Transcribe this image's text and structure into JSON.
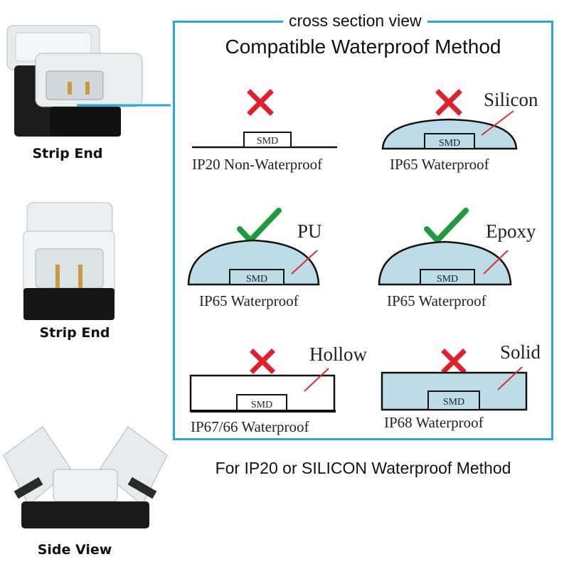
{
  "frame_title": "cross section view",
  "heading": "Compatible Waterproof Method",
  "side_labels": [
    "Strip End",
    "Strip End",
    "Side View"
  ],
  "chip_label": "SMD",
  "panels": [
    {
      "caption": "IP20 Non-Waterproof",
      "material": "",
      "status": "incompatible"
    },
    {
      "caption": "IP65 Waterproof",
      "material": "Silicon",
      "status": "incompatible"
    },
    {
      "caption": "IP65 Waterproof",
      "material": "PU",
      "status": "compatible"
    },
    {
      "caption": "IP65 Waterproof",
      "material": "Epoxy",
      "status": "compatible"
    },
    {
      "caption": "IP67/66 Waterproof",
      "material": "Hollow",
      "status": "incompatible"
    },
    {
      "caption": "IP68 Waterproof",
      "material": "Solid",
      "status": "incompatible"
    }
  ],
  "bottom_text": "For IP20 or SILICON Waterproof Method",
  "colors": {
    "frame": "#2aa7d8",
    "cross": "#e0202a",
    "check": "#1f9a3c",
    "fill": "#bcdce8",
    "pointer": "#d9302c"
  }
}
